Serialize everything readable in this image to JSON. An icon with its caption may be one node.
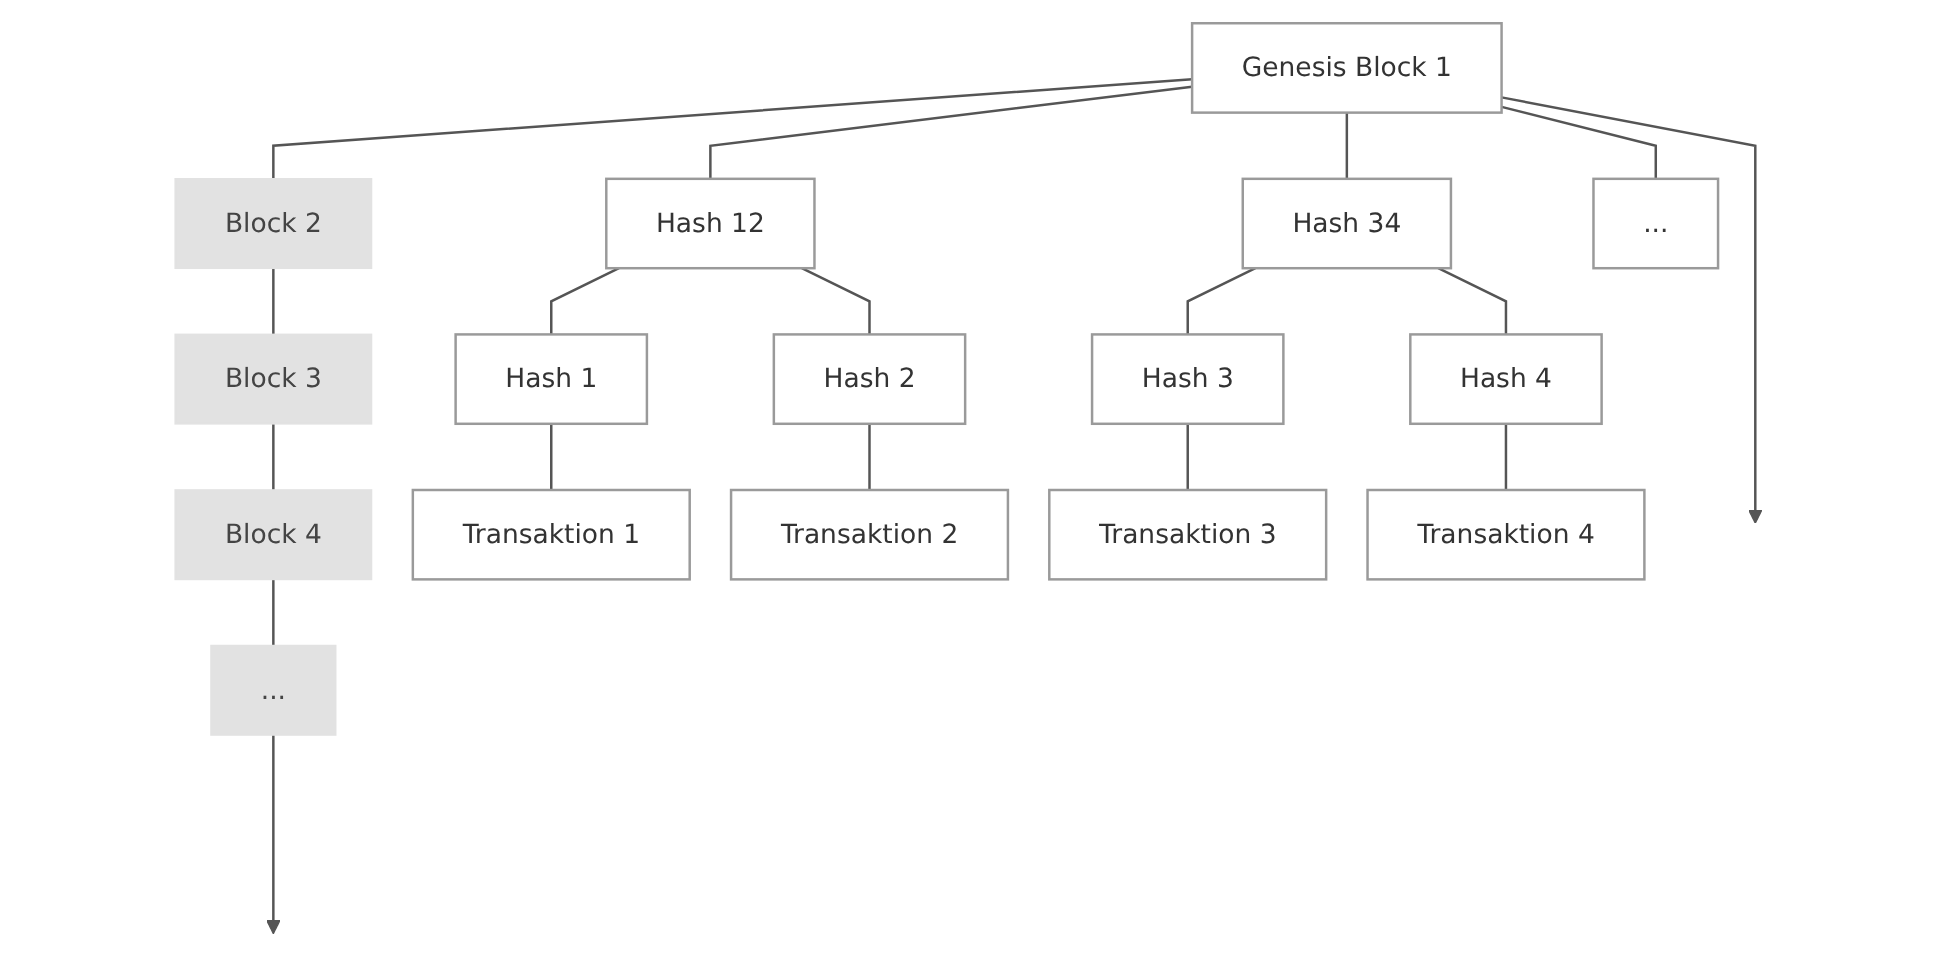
{
  "diagram": {
    "nodes": [
      {
        "text": [
          "Genesis Block 1"
        ]
      },
      {
        "text": [
          "Block 2"
        ]
      },
      {
        "text": [
          "Block 3"
        ]
      },
      {
        "text": [
          "Block 4"
        ]
      },
      {
        "text": [
          "..."
        ]
      },
      {
        "text": [
          "Hash 12"
        ]
      },
      {
        "text": [
          "Hash 34"
        ]
      },
      {
        "text": [
          "..."
        ]
      },
      {
        "text": [
          "Hash 1"
        ]
      },
      {
        "text": [
          "Hash 2"
        ]
      },
      {
        "text": [
          "Hash 3"
        ]
      },
      {
        "text": [
          "Hash 4"
        ]
      },
      {
        "text": [
          "Transaktion 1"
        ]
      },
      {
        "text": [
          "Transaktion 2"
        ]
      },
      {
        "text": [
          "Transaktion 3"
        ]
      },
      {
        "text": [
          "Transaktion 4"
        ]
      }
    ],
    "edges": [
      {
        "from": 0,
        "to": 1,
        "arrow": "none"
      },
      {
        "from": 1,
        "to": 2,
        "arrow": "none"
      },
      {
        "from": 2,
        "to": 3,
        "arrow": "none"
      },
      {
        "from": 3,
        "to": 4,
        "arrow": "none"
      },
      {
        "from": 4,
        "to": null,
        "arrow": "to"
      },
      {
        "from": 0,
        "to": null,
        "arrow": "to"
      },
      {
        "from": 0,
        "to": 5,
        "arrow": "none"
      },
      {
        "from": 0,
        "to": 6,
        "arrow": "none"
      },
      {
        "from": 0,
        "to": 7,
        "arrow": "none"
      },
      {
        "from": 5,
        "to": 8,
        "arrow": "none"
      },
      {
        "from": 5,
        "to": 9,
        "arrow": "none"
      },
      {
        "from": 6,
        "to": 10,
        "arrow": "none"
      },
      {
        "from": 6,
        "to": 11,
        "arrow": "none"
      },
      {
        "from": 8,
        "to": 12,
        "arrow": "none"
      },
      {
        "from": 9,
        "to": 13,
        "arrow": "none"
      },
      {
        "from": 10,
        "to": 14,
        "arrow": "none"
      },
      {
        "from": 11,
        "to": 15,
        "arrow": "none"
      }
    ]
  }
}
